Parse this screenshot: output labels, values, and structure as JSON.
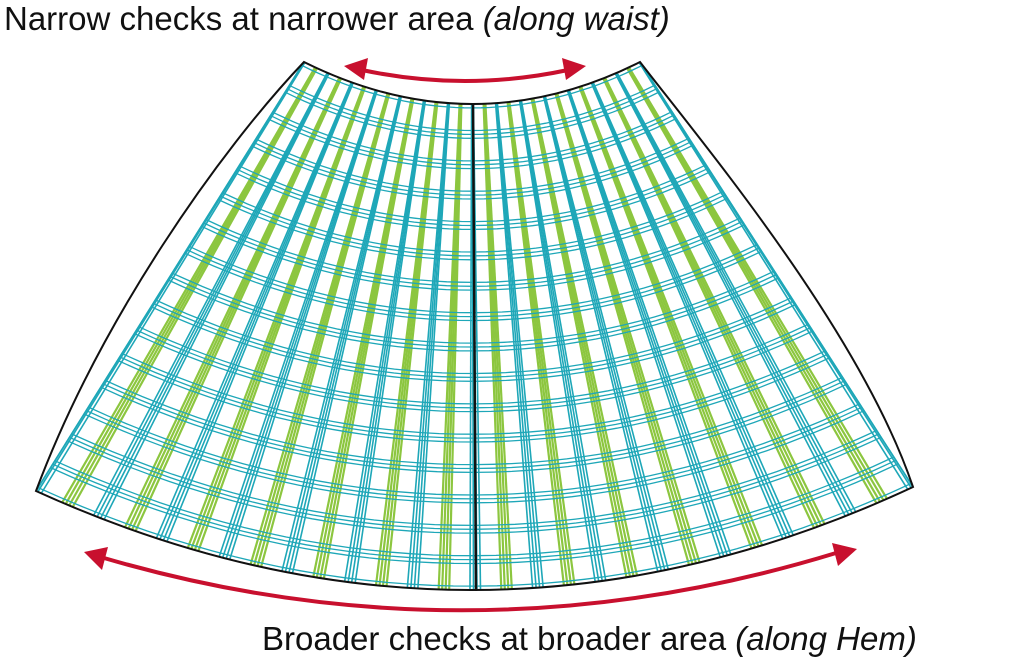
{
  "labels": {
    "top_main": "Narrow checks at narrower area ",
    "top_em": "(along waist)",
    "bottom_main": "Broader checks at broader area ",
    "bottom_em": "(along Hem)"
  },
  "colors": {
    "teal": "#1ea7b8",
    "green": "#8cc63f",
    "arrow": "#c8102e",
    "outline": "#111111",
    "background": "#ffffff"
  },
  "diagram": {
    "panels": 2,
    "stripes_per_panel": 14,
    "horizontal_bands": 16,
    "stripe_pattern": [
      "teal",
      "green"
    ]
  }
}
